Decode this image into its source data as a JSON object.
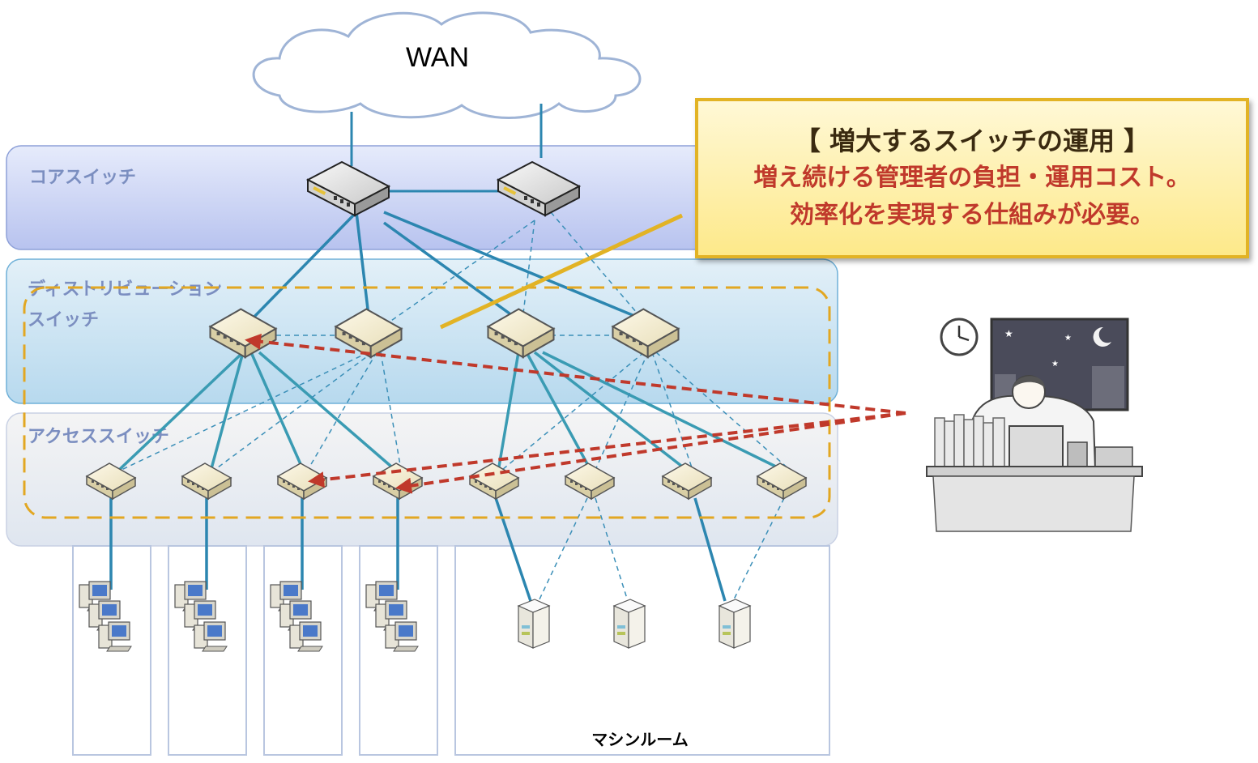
{
  "wan_label": "WAN",
  "layers": {
    "core": "コアスイッチ",
    "distribution_line1": "ディストリビューション",
    "distribution_line2": "スイッチ",
    "access": "アクセススイッチ"
  },
  "callout": {
    "title": "【 増大するスイッチの運用 】",
    "line1": "増え続ける管理者の負担・運用コスト。",
    "line2": "効率化を実現する仕組みが必要。"
  },
  "machine_room_label": "マシンルーム",
  "colors": {
    "link_solid": "#2c86b0",
    "link_dashed": "#3b8fb8",
    "management_arrow": "#c0392b",
    "highlight_dashed_box": "#e2a722",
    "callout_border": "#e2b325",
    "layer_label": "#7b8ec0"
  },
  "icons": {
    "core_switch": "core-switch-icon",
    "distribution_switch": "distribution-switch-icon",
    "access_switch": "access-switch-icon",
    "client_pc": "desktop-pc-icon",
    "server": "server-icon",
    "administrator": "overworked-admin-icon",
    "cloud": "cloud-icon"
  }
}
